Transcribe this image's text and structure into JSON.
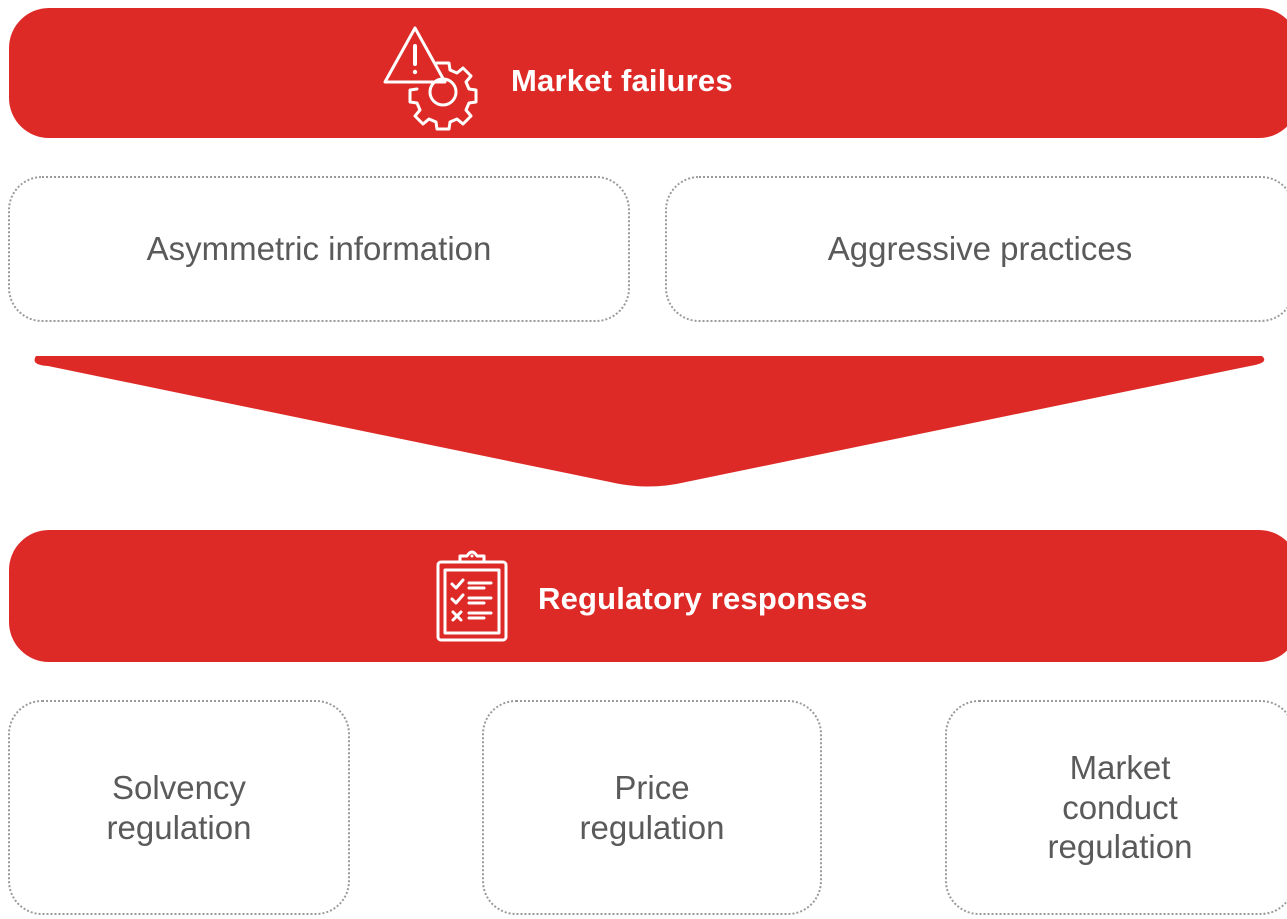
{
  "top_banner": {
    "title": "Market failures",
    "icon": "warning-gear-icon",
    "color": "#de2a27"
  },
  "failures": [
    {
      "label": "Asymmetric information"
    },
    {
      "label": "Aggressive practices"
    }
  ],
  "arrow": {
    "icon": "funnel-arrow-down",
    "color": "#de2a27"
  },
  "bottom_banner": {
    "title": "Regulatory responses",
    "icon": "clipboard-checklist-icon",
    "color": "#de2a27"
  },
  "responses": [
    {
      "label": "Solvency\nregulation"
    },
    {
      "label": "Price\nregulation"
    },
    {
      "label": "Market\nconduct\nregulation"
    }
  ]
}
